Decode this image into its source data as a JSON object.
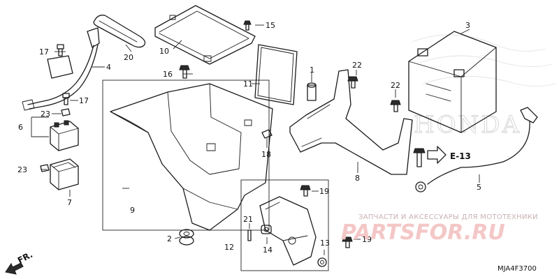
{
  "callouts": {
    "c1": "1",
    "c2": "2",
    "c3": "3",
    "c5": "5",
    "c6": "6",
    "c7": "7",
    "c8": "8",
    "c9": "9",
    "c10": "10",
    "c11": "11",
    "c12": "12",
    "c13": "13",
    "c14": "14",
    "c15": "15",
    "c16": "16",
    "c17a": "17",
    "c17b": "17",
    "c18": "18",
    "c19a": "19",
    "c19b": "19",
    "c20": "20",
    "c21": "21",
    "c22a": "22",
    "c22b": "22",
    "c23a": "23",
    "c23b": "23",
    "c4": "4"
  },
  "reference": {
    "label": "E-13"
  },
  "direction": {
    "label": "FR."
  },
  "diagram_code": "MJA4F3700",
  "watermark": {
    "caption": "ЗАПЧАСТИ И АКСЕССУАРЫ ДЛЯ МОТОТЕХНИКИ",
    "brand": "PARTSFOR.RU",
    "logo_text": "HONDA"
  },
  "colors": {
    "line": "#1a1a1a",
    "watermark": "#f4c7c7",
    "background": "#ffffff"
  }
}
